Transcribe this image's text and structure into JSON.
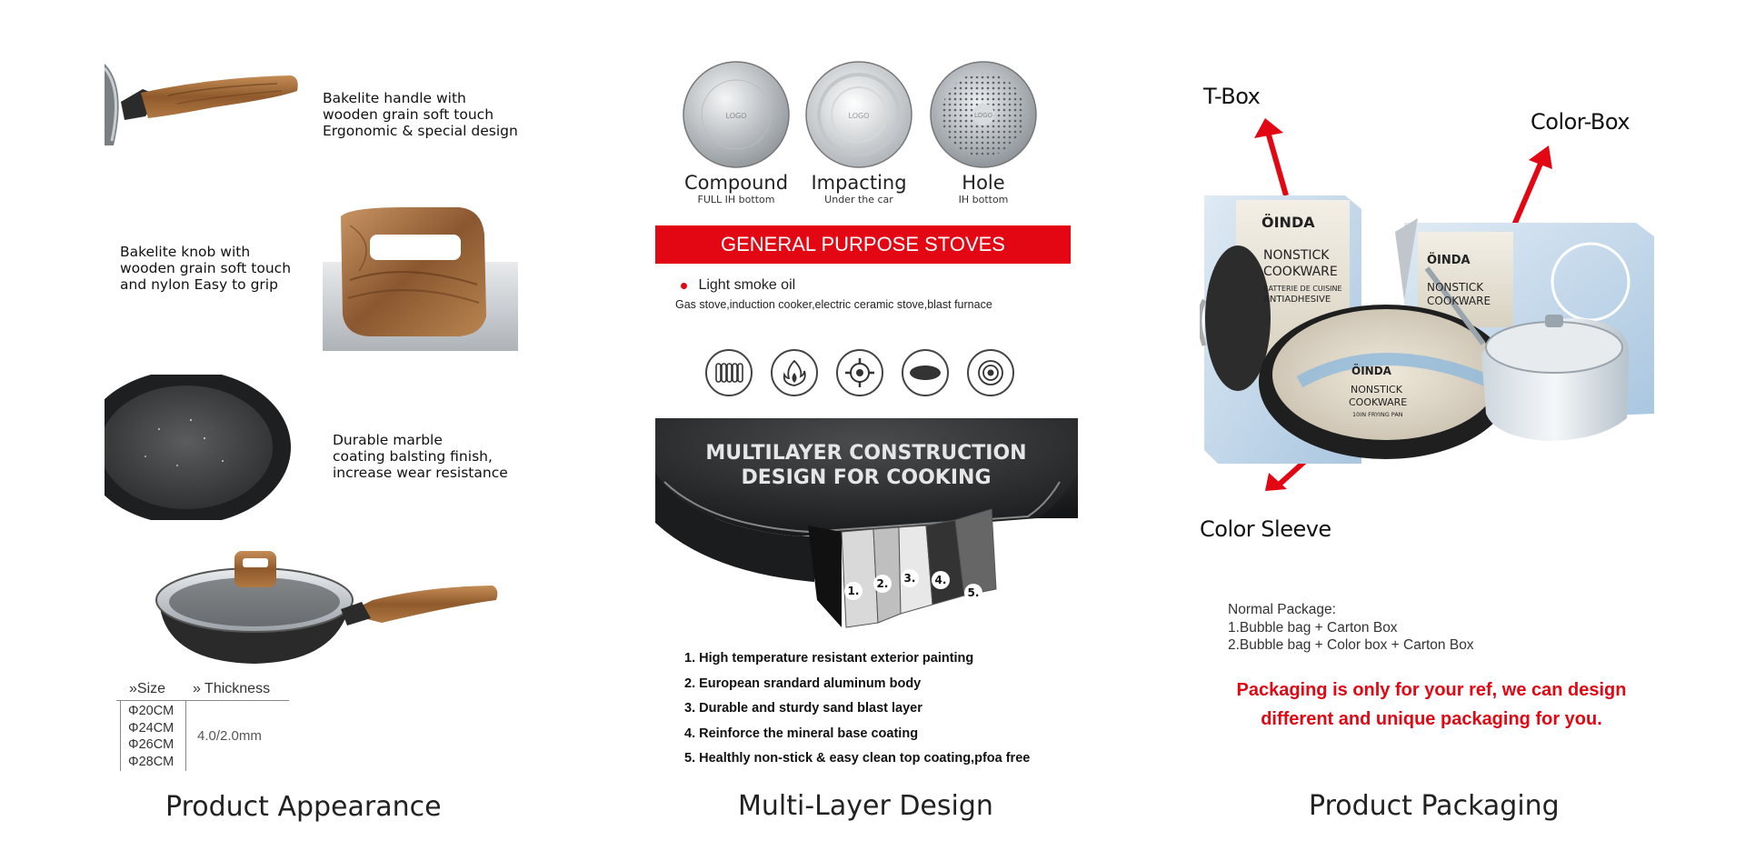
{
  "appearance": {
    "features": [
      {
        "lines": [
          "Bakelite handle with",
          "wooden grain soft touch",
          "Ergonomic & special design"
        ]
      },
      {
        "lines": [
          "Bakelite knob with",
          "wooden grain soft touch",
          "and nylon Easy to grip"
        ]
      },
      {
        "lines": [
          "Durable marble",
          "coating balsting finish,",
          "increase wear resistance"
        ]
      }
    ],
    "table": {
      "size_header": "»Size",
      "thickness_header": "» Thickness",
      "sizes": [
        "Φ20CM",
        "Φ24CM",
        "Φ26CM",
        "Φ28CM"
      ],
      "thickness": "4.0/2.0mm"
    },
    "caption": "Product Appearance"
  },
  "multilayer": {
    "plates": [
      {
        "name": "Compound",
        "sub": "FULL IH bottom",
        "logo": "LOGO"
      },
      {
        "name": "Impacting",
        "sub": "Under the car",
        "logo": "LOGO"
      },
      {
        "name": "Hole",
        "sub": "IH bottom",
        "logo": "LOGO"
      }
    ],
    "banner": "GENERAL PURPOSE STOVES",
    "bullet": "Light smoke oil",
    "stoves": "Gas stove,induction cooker,electric ceramic stove,blast furnace",
    "stove_icons": [
      "induction-coil-icon",
      "gas-flame-icon",
      "gas-burner-icon",
      "ceramic-plate-icon",
      "electric-hob-icon"
    ],
    "construction_title": [
      "MULTILAYER CONSTRUCTION",
      "DESIGN FOR COOKING"
    ],
    "layer_numbers": [
      "1.",
      "2.",
      "3.",
      "4.",
      "5."
    ],
    "layers": [
      "1. High temperature resistant exterior painting",
      "2. European srandard aluminum body",
      "3. Durable and sturdy sand blast layer",
      "4. Reinforce the mineral base coating",
      "5. Healthly non-stick & easy clean top coating,pfoa free"
    ],
    "caption": "Multi-Layer Design"
  },
  "packaging": {
    "labels": {
      "tbox": "T-Box",
      "colorbox": "Color-Box",
      "sleeve": "Color Sleeve"
    },
    "box_text": {
      "brand": "ÖINDA",
      "line1": "NONSTICK",
      "line2": "COOKWARE",
      "sleeve_line3": "10IN FRYING PAN",
      "french": "BATTERIE DE CUISINE",
      "spanish": "ANTIADHESIVE"
    },
    "normal_title": "Normal Package:",
    "normal_items": [
      "1.Bubble bag + Carton Box",
      "2.Bubble bag + Color box + Carton Box"
    ],
    "note": [
      "Packaging is only for your ref, we can design",
      "different and unique packaging for you."
    ],
    "caption": "Product Packaging"
  },
  "colors": {
    "accent_red": "#e30613",
    "wood": "#a0713f",
    "dark_pan": "#2a2a2a"
  }
}
